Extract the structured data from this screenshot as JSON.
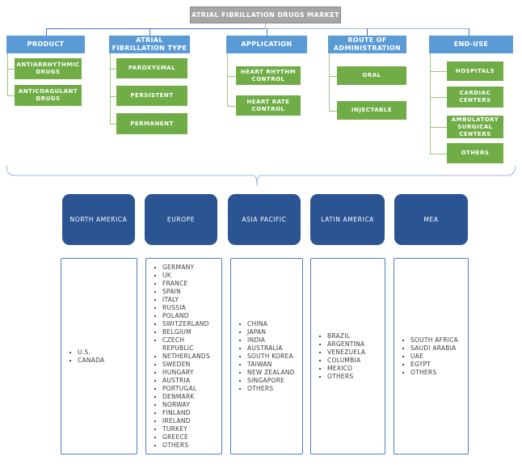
{
  "title": "ATRIAL FIBRILLATION DRUGS MARKET",
  "segments": [
    {
      "label": "PRODUCT",
      "items": [
        "ANTIARRHYTHMIC DRUGS",
        "ANTICOAGULANT DRUGS"
      ]
    },
    {
      "label": "ATRIAL FIBRILLATION TYPE",
      "items": [
        "PAROXYSMAL",
        "PERSISTENT",
        "PERMANENT"
      ]
    },
    {
      "label": "APPLICATION",
      "items": [
        "HEART RHYTHM CONTROL",
        "HEART RATE CONTROL"
      ]
    },
    {
      "label": "ROUTE OF ADMINISTRATION",
      "items": [
        "ORAL",
        "INJECTABLE"
      ]
    },
    {
      "label": "END-USE",
      "items": [
        "HOSPITALS",
        "CARDIAC CENTERS",
        "AMBULATORY SURGICAL CENTERS",
        "OTHERS"
      ]
    }
  ],
  "regions": [
    {
      "label": "NORTH AMERICA",
      "countries": [
        "U.S.",
        "CANADA"
      ]
    },
    {
      "label": "EUROPE",
      "countries": [
        "GERMANY",
        "UK",
        "FRANCE",
        "SPAIN",
        "ITALY",
        "RUSSIA",
        "POLAND",
        "SWITZERLAND",
        "BELGIUM",
        "CZECH REPUBLIC",
        "NETHERLANDS",
        "SWEDEN",
        "HUNGARY",
        "AUSTRIA",
        "PORTUGAL",
        "DENMARK",
        "NORWAY",
        "FINLAND",
        "IRELAND",
        "TURKEY",
        "GREECE",
        "OTHERS"
      ]
    },
    {
      "label": "ASIA PACIFIC",
      "countries": [
        "CHINA",
        "JAPAN",
        "INDIA",
        "AUSTRALIA",
        "SOUTH KOREA",
        "TAIWAN",
        "NEW ZEALAND",
        "SINGAPORE",
        "OTHERS"
      ]
    },
    {
      "label": "LATIN AMERICA",
      "countries": [
        "BRAZIL",
        "ARGENTINA",
        "VENEZUELA",
        "COLUMBIA",
        "MEXICO",
        "OTHERS"
      ]
    },
    {
      "label": "MEA",
      "countries": [
        "SOUTH AFRICA",
        "SAUDI ARABIA",
        "UAE",
        "EGYPT",
        "OTHERS"
      ]
    }
  ],
  "colors": {
    "title_fill": "#a6a6a6",
    "segment_fill": "#5b9bd5",
    "item_fill": "#70ad47",
    "region_fill": "#2b5492",
    "list_border": "#4d7fbe",
    "connector_blue": "#4472c4",
    "connector_light_blue": "#9db4e0",
    "connector_green": "#9cc47d",
    "bracket": "#9db4e0"
  }
}
